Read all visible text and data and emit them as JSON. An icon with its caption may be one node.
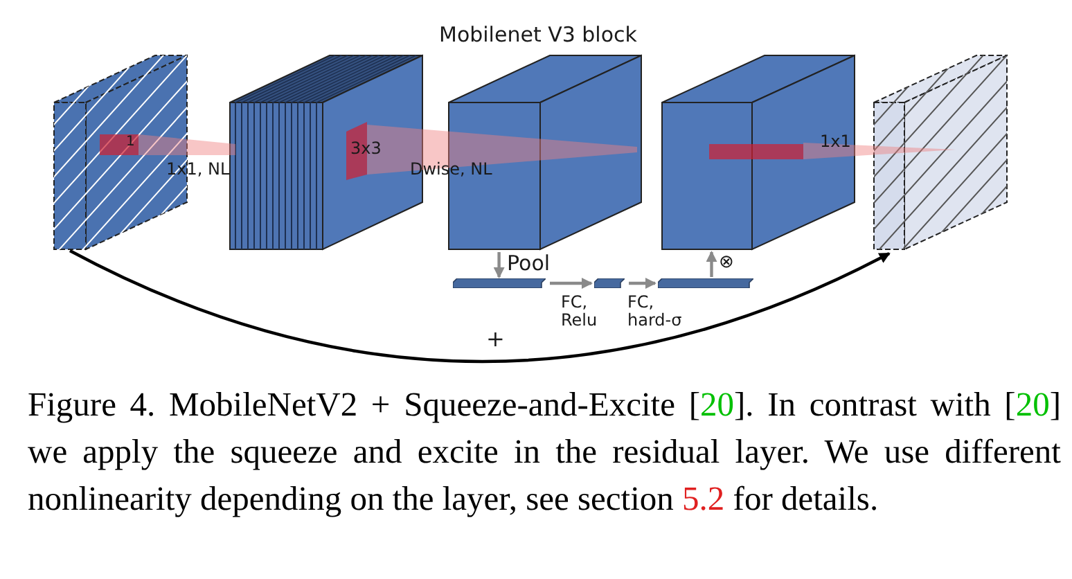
{
  "diagram": {
    "title": "Mobilenet V3 block",
    "caption": "Figure 4. MobileNetV2 + Squeeze-and-Excite [20]. In contrast with [20] we apply the squeeze and excite in the residual layer. We use different nonlinearity depending on the layer, see section 5.2 for details.",
    "nodes": [
      {
        "text": [],
        "shape": "box"
      },
      {
        "text": [],
        "shape": "box"
      },
      {
        "text": [],
        "shape": "box"
      },
      {
        "text": [],
        "shape": "box"
      },
      {
        "text": [],
        "shape": "box"
      },
      {
        "text": [],
        "shape": "bar"
      },
      {
        "text": [],
        "shape": "bar"
      },
      {
        "text": [],
        "shape": "bar"
      }
    ],
    "edges": [
      {
        "from": 0,
        "to": 4,
        "arrow": "to",
        "label": "+",
        "color": "#000000"
      },
      {
        "from": 2,
        "to": 5,
        "arrow": "to",
        "label": "Pool"
      },
      {
        "from": 5,
        "to": 6,
        "arrow": "to",
        "label": "FC, Relu"
      },
      {
        "from": 6,
        "to": 7,
        "arrow": "to",
        "label": "FC, hard-σ"
      },
      {
        "from": 7,
        "to": 3,
        "arrow": "to",
        "label": "⊗"
      }
    ],
    "labels": [
      "1",
      "1x1, NL",
      "3x3",
      "Dwise, NL",
      "1x1"
    ]
  }
}
